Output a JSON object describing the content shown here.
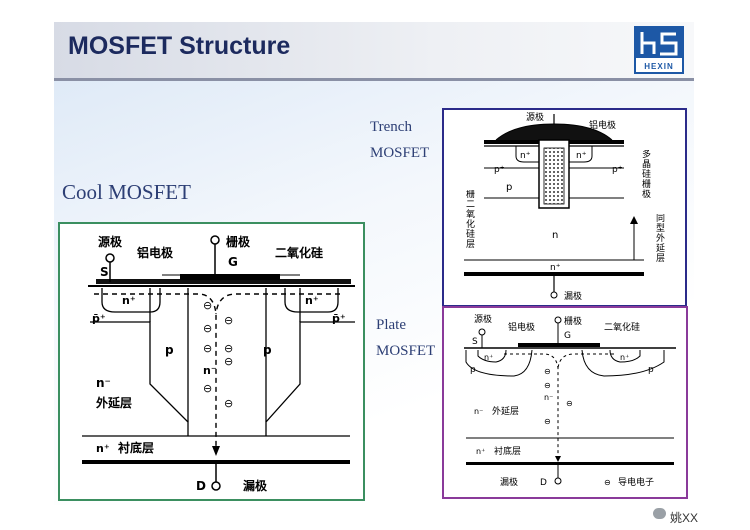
{
  "slide": {
    "title": "MOSFET Structure",
    "logo_text": "HEXIN",
    "watermark": "姚XX"
  },
  "labels": {
    "cool": "Cool MOSFET",
    "trench_line1": "Trench",
    "trench_line2": "MOSFET",
    "plate_line1": "Plate",
    "plate_line2": "MOSFET"
  },
  "cool_diagram": {
    "source": "源极",
    "s": "S",
    "al_electrode": "铝电极",
    "gate": "栅极",
    "g": "G",
    "oxide": "二氧化硅",
    "n_plus": "n⁺",
    "p_plus": "p̄⁺",
    "p": "p",
    "n_minus": "n⁻",
    "epi": "外延层",
    "n_plus_sub": "n⁺",
    "substrate": "衬底层",
    "n_channel": "n⁻",
    "d": "D",
    "drain": "漏极",
    "electron": "⊖"
  },
  "trench_diagram": {
    "source": "源极",
    "al_electrode": "铝电极",
    "n_plus": "n⁺",
    "p_plus": "p⁺",
    "p": "p",
    "poly": "多晶硅栅极",
    "gate_oxide": "栅二氧化硅层",
    "n": "n",
    "n_plus_sub": "n⁺",
    "epi": "同型外延层",
    "drain": "漏极"
  },
  "plate_diagram": {
    "source": "源极",
    "s": "S",
    "al_electrode": "铝电极",
    "gate": "栅极",
    "g": "G",
    "oxide": "二氧化硅",
    "n_plus": "n⁺",
    "p": "p",
    "n_minus": "n⁻",
    "epi": "外延层",
    "n_plus_sub": "n⁺",
    "substrate": "衬底层",
    "drain": "漏极",
    "d": "D",
    "electron_label": "导电电子",
    "electron": "⊖"
  }
}
